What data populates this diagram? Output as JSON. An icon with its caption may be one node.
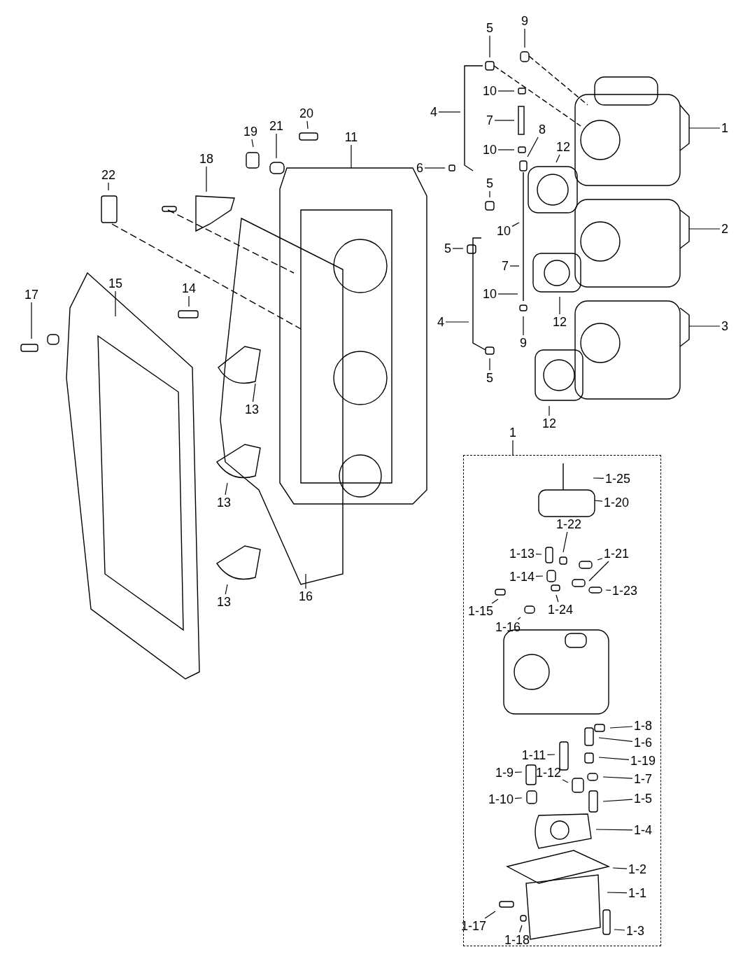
{
  "diagram": {
    "nodes": [
      {
        "text": [
          "5"
        ]
      },
      {
        "text": [
          "9"
        ]
      },
      {
        "text": [
          "10"
        ]
      },
      {
        "text": [
          "7"
        ]
      },
      {
        "text": [
          "10"
        ]
      },
      {
        "text": [
          "8"
        ]
      },
      {
        "text": [
          "12"
        ]
      },
      {
        "text": [
          "1"
        ]
      },
      {
        "text": [
          "4"
        ]
      },
      {
        "text": [
          "5"
        ]
      },
      {
        "text": [
          "10"
        ]
      },
      {
        "text": [
          "6"
        ]
      },
      {
        "text": [
          "5"
        ]
      },
      {
        "text": [
          "7"
        ]
      },
      {
        "text": [
          "4"
        ]
      },
      {
        "text": [
          "10"
        ]
      },
      {
        "text": [
          "9"
        ]
      },
      {
        "text": [
          "2"
        ]
      },
      {
        "text": [
          "5"
        ]
      },
      {
        "text": [
          "12"
        ]
      },
      {
        "text": [
          "3"
        ]
      },
      {
        "text": [
          "12"
        ]
      },
      {
        "text": [
          "22"
        ]
      },
      {
        "text": [
          "18"
        ]
      },
      {
        "text": [
          "19"
        ]
      },
      {
        "text": [
          "21"
        ]
      },
      {
        "text": [
          "20"
        ]
      },
      {
        "text": [
          "11"
        ]
      },
      {
        "text": [
          "17"
        ]
      },
      {
        "text": [
          "15"
        ]
      },
      {
        "text": [
          "14"
        ]
      },
      {
        "text": [
          "13"
        ]
      },
      {
        "text": [
          "13"
        ]
      },
      {
        "text": [
          "16"
        ]
      },
      {
        "text": [
          "13"
        ]
      },
      {
        "text": [
          "1"
        ]
      },
      {
        "text": [],
        "shape": "box"
      },
      {
        "text": [
          "1-25"
        ],
        "in": 36
      },
      {
        "text": [
          "1-20"
        ],
        "in": 36
      },
      {
        "text": [
          "1-13"
        ],
        "in": 36
      },
      {
        "text": [
          "1-22"
        ],
        "in": 36
      },
      {
        "text": [
          "1-21"
        ],
        "in": 36
      },
      {
        "text": [
          "1-14"
        ],
        "in": 36
      },
      {
        "text": [
          "1-23"
        ],
        "in": 36
      },
      {
        "text": [
          "1-15"
        ],
        "in": 36
      },
      {
        "text": [
          "1-24"
        ],
        "in": 36
      },
      {
        "text": [
          "1-16"
        ],
        "in": 36
      },
      {
        "text": [
          "1-8"
        ],
        "in": 36
      },
      {
        "text": [
          "1-6"
        ],
        "in": 36
      },
      {
        "text": [
          "1-11"
        ],
        "in": 36
      },
      {
        "text": [
          "1-19"
        ],
        "in": 36
      },
      {
        "text": [
          "1-9"
        ],
        "in": 36
      },
      {
        "text": [
          "1-12"
        ],
        "in": 36
      },
      {
        "text": [
          "1-7"
        ],
        "in": 36
      },
      {
        "text": [
          "1-10"
        ],
        "in": 36
      },
      {
        "text": [
          "1-5"
        ],
        "in": 36
      },
      {
        "text": [
          "1-4"
        ],
        "in": 36
      },
      {
        "text": [
          "1-2"
        ],
        "in": 36
      },
      {
        "text": [
          "1-1"
        ],
        "in": 36
      },
      {
        "text": [
          "1-17"
        ],
        "in": 36
      },
      {
        "text": [
          "1-18"
        ],
        "in": 36
      },
      {
        "text": [
          "1-3"
        ],
        "in": 36
      }
    ],
    "edges": [
      {
        "from": 0,
        "to": null,
        "arrow": "none"
      },
      {
        "from": 1,
        "to": null,
        "arrow": "none"
      },
      {
        "from": 2,
        "to": null,
        "arrow": "none"
      },
      {
        "from": 3,
        "to": null,
        "arrow": "none"
      },
      {
        "from": 4,
        "to": null,
        "arrow": "none"
      },
      {
        "from": 5,
        "to": null,
        "arrow": "none"
      },
      {
        "from": 6,
        "to": null,
        "arrow": "none"
      },
      {
        "from": 7,
        "to": null,
        "arrow": "none"
      },
      {
        "from": 8,
        "to": null,
        "arrow": "none"
      },
      {
        "from": 9,
        "to": null,
        "arrow": "none"
      },
      {
        "from": 10,
        "to": null,
        "arrow": "none"
      },
      {
        "from": 11,
        "to": null,
        "arrow": "none"
      },
      {
        "from": 12,
        "to": null,
        "arrow": "none"
      },
      {
        "from": 13,
        "to": null,
        "arrow": "none"
      },
      {
        "from": 14,
        "to": null,
        "arrow": "none"
      },
      {
        "from": 15,
        "to": null,
        "arrow": "none"
      },
      {
        "from": 16,
        "to": null,
        "arrow": "none"
      },
      {
        "from": 17,
        "to": null,
        "arrow": "none"
      },
      {
        "from": 18,
        "to": null,
        "arrow": "none"
      },
      {
        "from": 19,
        "to": null,
        "arrow": "none"
      },
      {
        "from": 20,
        "to": null,
        "arrow": "none"
      },
      {
        "from": 21,
        "to": null,
        "arrow": "none"
      },
      {
        "from": 22,
        "to": null,
        "arrow": "none"
      },
      {
        "from": 23,
        "to": null,
        "arrow": "none"
      },
      {
        "from": 24,
        "to": null,
        "arrow": "none"
      },
      {
        "from": 25,
        "to": null,
        "arrow": "none"
      },
      {
        "from": 26,
        "to": null,
        "arrow": "none"
      },
      {
        "from": 27,
        "to": null,
        "arrow": "none"
      },
      {
        "from": 28,
        "to": null,
        "arrow": "none"
      },
      {
        "from": 29,
        "to": null,
        "arrow": "none"
      },
      {
        "from": 30,
        "to": null,
        "arrow": "none"
      },
      {
        "from": 31,
        "to": null,
        "arrow": "none"
      },
      {
        "from": 32,
        "to": null,
        "arrow": "none"
      },
      {
        "from": 33,
        "to": null,
        "arrow": "none"
      },
      {
        "from": 34,
        "to": null,
        "arrow": "none"
      },
      {
        "from": 35,
        "to": 36,
        "arrow": "none"
      },
      {
        "from": 37,
        "to": null,
        "arrow": "none"
      },
      {
        "from": 38,
        "to": null,
        "arrow": "none"
      },
      {
        "from": 39,
        "to": null,
        "arrow": "none"
      },
      {
        "from": 40,
        "to": null,
        "arrow": "none"
      },
      {
        "from": 41,
        "to": null,
        "arrow": "none"
      },
      {
        "from": 41,
        "to": null,
        "arrow": "none"
      },
      {
        "from": 42,
        "to": null,
        "arrow": "none"
      },
      {
        "from": 43,
        "to": null,
        "arrow": "none"
      },
      {
        "from": 44,
        "to": null,
        "arrow": "none"
      },
      {
        "from": 45,
        "to": null,
        "arrow": "none"
      },
      {
        "from": 46,
        "to": null,
        "arrow": "none"
      },
      {
        "from": 47,
        "to": null,
        "arrow": "none"
      },
      {
        "from": 48,
        "to": null,
        "arrow": "none"
      },
      {
        "from": 49,
        "to": null,
        "arrow": "none"
      },
      {
        "from": 50,
        "to": null,
        "arrow": "none"
      },
      {
        "from": 51,
        "to": null,
        "arrow": "none"
      },
      {
        "from": 52,
        "to": null,
        "arrow": "none"
      },
      {
        "from": 53,
        "to": null,
        "arrow": "none"
      },
      {
        "from": 54,
        "to": null,
        "arrow": "none"
      },
      {
        "from": 55,
        "to": null,
        "arrow": "none"
      },
      {
        "from": 56,
        "to": null,
        "arrow": "none"
      },
      {
        "from": 57,
        "to": null,
        "arrow": "none"
      },
      {
        "from": 58,
        "to": null,
        "arrow": "none"
      },
      {
        "from": 59,
        "to": null,
        "arrow": "none"
      },
      {
        "from": 60,
        "to": null,
        "arrow": "none"
      },
      {
        "from": 61,
        "to": null,
        "arrow": "none"
      }
    ]
  }
}
